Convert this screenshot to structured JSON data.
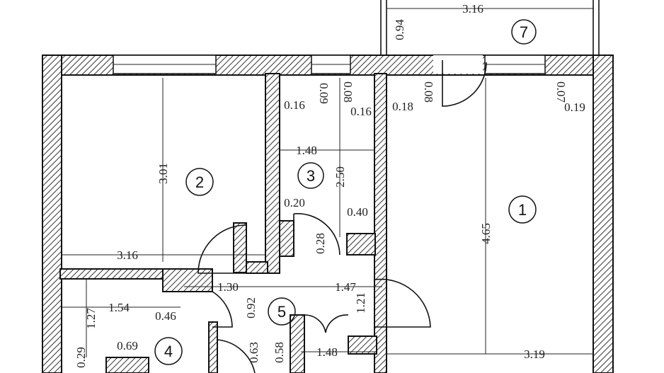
{
  "rooms": [
    "1",
    "2",
    "3",
    "4",
    "5",
    "7"
  ],
  "dimensions": {
    "balcony_width": "3.16",
    "balcony_depth": "0.94",
    "r2_height": "3.01",
    "r2_width": "3.16",
    "r3_width": "1.48",
    "r3_height": "2.50",
    "r1_height": "4.65",
    "r1_width": "3.19",
    "n016a": "0.16",
    "n009": "0.09",
    "n008a": "0.08",
    "n016b": "0.16",
    "n018": "0.18",
    "n008b": "0.08",
    "n007": "0.07",
    "n019": "0.19",
    "n020": "0.20",
    "n040": "0.40",
    "n028": "0.28",
    "n130": "1.30",
    "n147": "1.47",
    "n092": "0.92",
    "n121": "1.21",
    "n154": "1.54",
    "n046": "0.46",
    "n127": "1.27",
    "n069": "0.69",
    "n029": "0.29",
    "n063": "0.63",
    "n058": "0.58",
    "n148": "1.48"
  },
  "colors": {
    "line": "#111111",
    "background": "#ffffff"
  }
}
